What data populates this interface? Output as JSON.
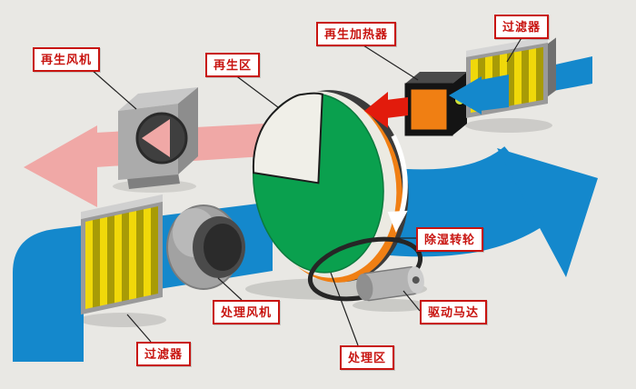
{
  "diagram": {
    "type": "desiccant-wheel-dehumidifier-schematic",
    "labels": {
      "regen_fan": "再生风机",
      "regen_zone": "再生区",
      "regen_heater": "再生加热器",
      "filter_top_right": "过滤器",
      "filter_bottom_left": "过滤器",
      "process_fan": "处理风机",
      "process_zone": "处理区",
      "dehumidification_wheel": "除湿转轮",
      "drive_motor": "驱动马达"
    },
    "colors": {
      "background": "#e9e8e4",
      "process_air_blue": "#1488cc",
      "regen_exhaust_pink": "#f0a8a6",
      "hot_air_red": "#e21b0c",
      "wheel_green": "#0aa04e",
      "heater_orange": "#f07f13",
      "filter_yellow": "#f0d80a",
      "label_red": "#c81410"
    }
  }
}
